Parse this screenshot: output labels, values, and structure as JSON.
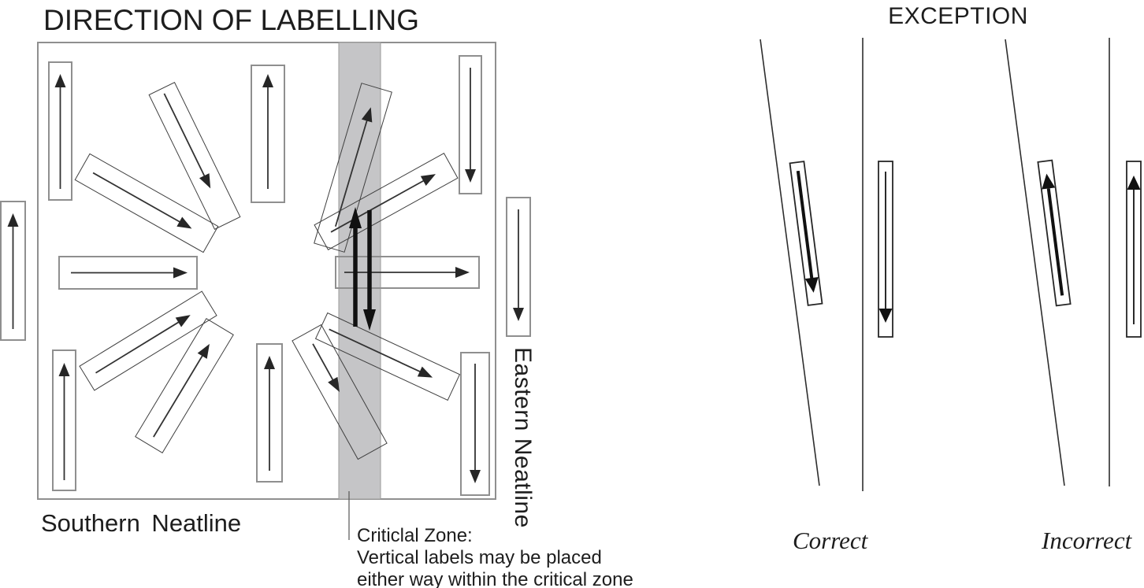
{
  "left_panel": {
    "title": "DIRECTION OF LABELLING",
    "southern_neatline_label": "Southern Neatline",
    "eastern_neatline_label": "Eastern Neatline",
    "critical_zone_note_line1": "Criticlal Zone:",
    "critical_zone_note_line2": "Vertical labels may be placed",
    "critical_zone_note_line3": "either way within the critical zone"
  },
  "right_panel": {
    "title": "EXCEPTION",
    "correct_label": "Correct",
    "incorrect_label": "Incorrect"
  },
  "colors": {
    "critical_zone_fill": "#c5c5c7",
    "critical_zone_border": "#9a9a9a",
    "frame_border": "#8f8f8f",
    "diagram_line": "#3a3a3a",
    "text": "#1d1d1d"
  }
}
